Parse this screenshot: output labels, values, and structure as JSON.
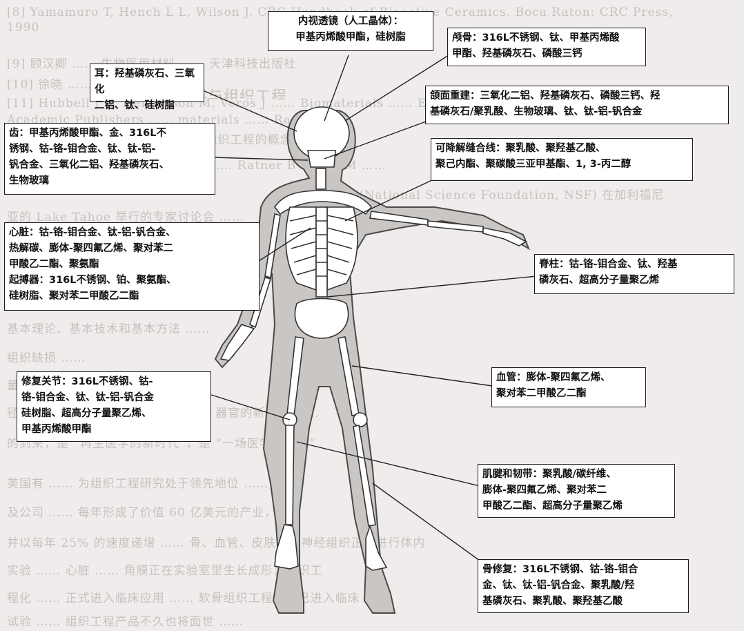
{
  "background_lines": [
    "[8]   Yamamuro T, Hench L L, Wilson J. CRC Handbook of Bioactive Ceramics. Boca Raton: CRC Press,",
    "        1990",
    "[9]   顾汉卿  ……  生物医用材料  ……  天津科技出版社",
    "[10]  徐晓  ……  生物材料学  ……",
    "[11]  Hubbell J A, Henderson M, Voros J  ……  Biomaterials  ……  ETH",
    "        Academic Publishers  ……  materials  ……  Rapid  ……",
    "        Langer R. Tissue Engineering ……  Ratner B D  ……  M  ……",
    "1.1.4  生物材料与组织工程  ……",
    "1987 年美国国家科学基金会提出了组织工程的概念 ……",
    "Langer 教授和 Vacanti 医生 ……",
    "(National Science Foundation, NSF) 在加利福尼",
    "亚的 Lake Tahoe 举行的专家讨论会 ……",
    "和生命科学的原理及方法 ……",
    "用于修复、维持和改进组织功能 ……",
    "组织工程学是一个崭新的概念 ……",
    "基本理论、基本技术和基本方法 ……",
    "组织缺损 ……",
    "量，延长生命 ……",
    "径，更重要的是提出了 “复制” 组织、器官的新思想 ……",
    "的到来，是 “再生医学的新时代”，是 “一场医学的革命”",
    "美国有 ……  为组织工程研究处于领先地位 ……",
    "及公司 ……  每年形成了价值 60 亿美元的产业，",
    "并以每年 25% 的速度递增 ……  骨、血管、皮肤以及神经组织正在进行体内",
    "实验 ……  心脏 ……  角膜正在实验室里生长成形；组织工",
    "程化 ……  正式进入临床应用 ……  软骨组织工程产品已进入临床",
    "试验 ……  组织工程产品不久也将面世 ……"
  ],
  "callouts": {
    "lens": {
      "lines": [
        "内视透镜（人工晶体）：",
        "甲基丙烯酸甲酯，硅树脂"
      ]
    },
    "skull": {
      "lines": [
        "颅骨：316L不锈钢、钛、甲基丙烯酸",
        "甲酯、羟基磷灰石、磷酸三钙"
      ]
    },
    "ear": {
      "lines": [
        "耳：羟基磷灰石、三氧化",
        "二铝、钛、硅树脂"
      ]
    },
    "face": {
      "lines": [
        "颌面重建：三氧化二铝、羟基磷灰石、磷酸三钙、羟",
        "基磷灰石/聚乳酸、生物玻璃、钛、钛-铝-钒合金"
      ]
    },
    "teeth": {
      "lines": [
        "齿：甲基丙烯酸甲酯、金、316L不",
        "锈钢、钴-铬-钼合金、钛、钛-铝-",
        "钒合金、三氧化二铝、羟基磷灰石、",
        "生物玻璃"
      ]
    },
    "suture": {
      "lines": [
        "可降解缝合线：聚乳酸、聚羟基乙酸、",
        "聚己内酯、聚碳酸三亚甲基酯、1, 3-丙二醇"
      ]
    },
    "heart": {
      "lines": [
        "心脏：钴-铬-钼合金、钛-铝-钒合金、",
        "热解碳、膨体-聚四氟乙烯、聚对苯二",
        "甲酸乙二酯、聚氨酯",
        "起搏器：316L不锈钢、铂、聚氨酯、",
        "硅树脂、聚对苯二甲酸乙二酯"
      ]
    },
    "spine": {
      "lines": [
        "脊柱：钴-铬-钼合金、钛、羟基",
        "磷灰石、超高分子量聚乙烯"
      ]
    },
    "joint": {
      "lines": [
        "修复关节：316L不锈钢、钴-",
        "铬-钼合金、钛、钛-铝-钒合金",
        "硅树脂、超高分子量聚乙烯、",
        "甲基丙烯酸甲酯"
      ]
    },
    "vessel": {
      "lines": [
        "血管：膨体-聚四氟乙烯、",
        "聚对苯二甲酸乙二酯"
      ]
    },
    "tendon": {
      "lines": [
        "肌腱和韧带：聚乳酸/碳纤维、",
        "膨体-聚四氟乙烯、聚对苯二",
        "甲酸乙二酯、超高分子量聚乙烯"
      ]
    },
    "bonerepair": {
      "lines": [
        "骨修复：316L不锈钢、钴-铬-钼合",
        "金、钛、钛-铝-钒合金、聚乳酸/羟",
        "基磷灰石、聚乳酸、聚羟基乙酸"
      ]
    }
  },
  "colors": {
    "body_fill": "#c9c6c4",
    "body_outline": "#4a4a4a",
    "bone": "#ffffff",
    "text_bg": "#c5c2c0"
  }
}
